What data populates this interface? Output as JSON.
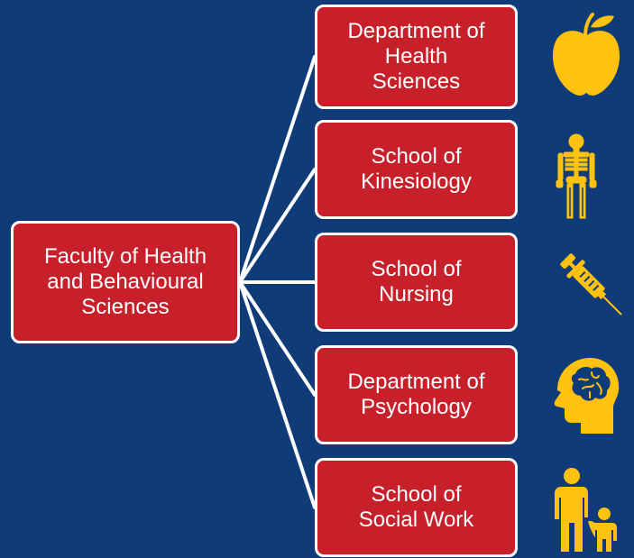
{
  "diagram": {
    "root": {
      "lines": [
        "Faculty of Health",
        "and Behavioural",
        "Sciences"
      ]
    },
    "children": [
      {
        "lines": [
          "Department of",
          "Health",
          "Sciences"
        ],
        "icon": "apple-icon"
      },
      {
        "lines": [
          "School of",
          "Kinesiology"
        ],
        "icon": "skeleton-icon"
      },
      {
        "lines": [
          "School of",
          "Nursing"
        ],
        "icon": "syringe-icon"
      },
      {
        "lines": [
          "Department of",
          "Psychology"
        ],
        "icon": "brain-head-icon"
      },
      {
        "lines": [
          "School of",
          "Social Work"
        ],
        "icon": "parent-child-icon"
      }
    ]
  },
  "colors": {
    "background": "#0f3c78",
    "box_fill": "#c8202a",
    "box_border": "#ffffff",
    "connector": "#ffffff",
    "icon": "#ffc20e"
  }
}
